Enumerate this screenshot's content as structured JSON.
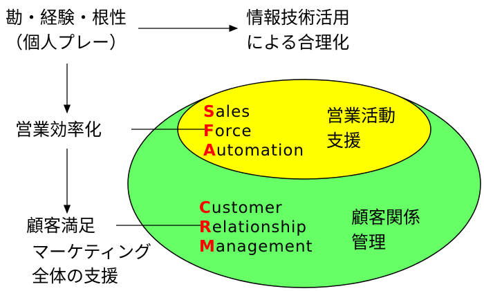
{
  "left": {
    "top_line1": "勘・経験・根性",
    "top_line2": "（個人プレー）",
    "middle": "営業効率化",
    "bottom": "顧客満足",
    "marketing_line1": "マーケティング",
    "marketing_line2": "全体の支援"
  },
  "right_top": {
    "line1": "情報技術活用",
    "line2": "による合理化"
  },
  "sfa": {
    "words": [
      {
        "cap": "S",
        "rest": "ales"
      },
      {
        "cap": "F",
        "rest": "orce"
      },
      {
        "cap": "A",
        "rest": "utomation"
      }
    ],
    "desc_line1": "営業活動",
    "desc_line2": "支援"
  },
  "crm": {
    "words": [
      {
        "cap": "C",
        "rest": "ustomer"
      },
      {
        "cap": "R",
        "rest": "elationship"
      },
      {
        "cap": "M",
        "rest": "anagement"
      }
    ],
    "desc_line1": "顧客関係",
    "desc_line2": "管理"
  },
  "colors": {
    "outer": "#66ff66",
    "inner": "#ffff00",
    "accent": "#ff0000"
  }
}
